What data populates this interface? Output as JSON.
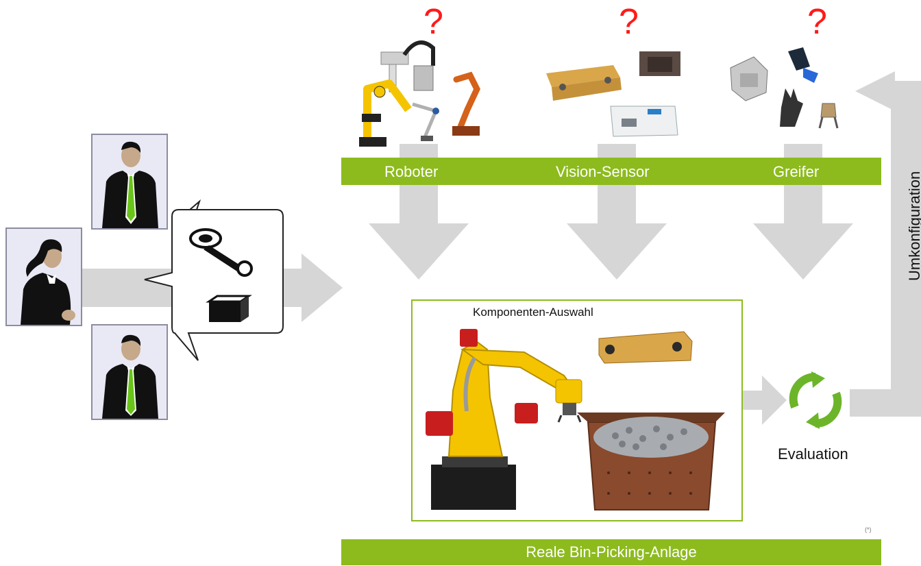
{
  "categories": {
    "robot": "Roboter",
    "vision": "Vision-Sensor",
    "gripper": "Greifer"
  },
  "question_mark": "?",
  "selection_title": "Komponenten-Auswahl",
  "evaluation_label": "Evaluation",
  "reconfiguration_label": "Umkonfiguration",
  "footnote": "(*)",
  "bottom_bar_label": "Reale Bin-Picking-Anlage",
  "colors": {
    "accent_green": "#8dbb1e",
    "arrow_gray": "#d6d6d6",
    "question_red": "#ff1a1a",
    "robot_yellow": "#f5c400"
  }
}
